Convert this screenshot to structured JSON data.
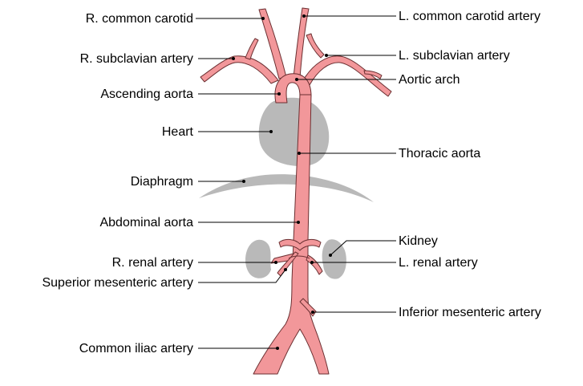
{
  "colors": {
    "artery": "#f2979a",
    "artery_outline": "#6b2f31",
    "organ": "#b9b9b9",
    "text": "#000000",
    "background": "#ffffff"
  },
  "labels": {
    "r_common_carotid": "R. common carotid",
    "r_subclavian": "R. subclavian artery",
    "ascending_aorta": "Ascending aorta",
    "heart": "Heart",
    "diaphragm": "Diaphragm",
    "abdominal_aorta": "Abdominal aorta",
    "r_renal": "R. renal artery",
    "superior_mesenteric": "Superior mesenteric artery",
    "common_iliac": "Common iliac artery",
    "l_common_carotid": "L. common carotid artery",
    "l_subclavian": "L. subclavian artery",
    "aortic_arch": "Aortic arch",
    "thoracic_aorta": "Thoracic aorta",
    "kidney": "Kidney",
    "l_renal": "L. renal artery",
    "inferior_mesenteric": "Inferior mesenteric artery"
  }
}
